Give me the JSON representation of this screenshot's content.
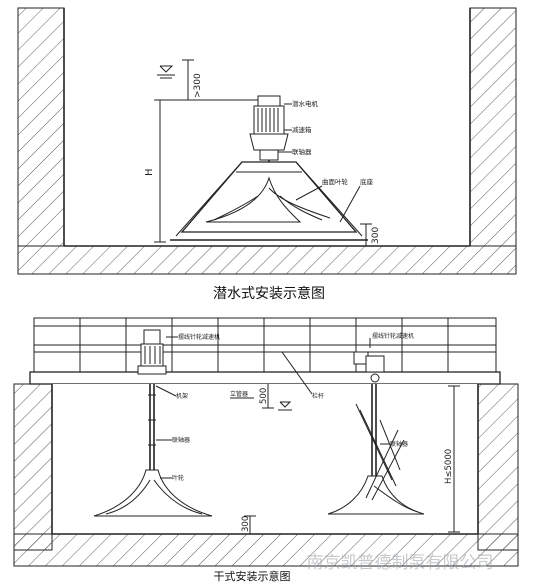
{
  "diagram_top": {
    "caption": "潜水式安装示意图",
    "labels": {
      "motor": "潜水电机",
      "reducer": "减速箱",
      "coupling": "联轴器",
      "impeller_blade": "曲面叶轮",
      "base": "底座"
    },
    "dims": {
      "depth_top": ">300",
      "height": "H",
      "bottom_clearance": "300"
    }
  },
  "diagram_bottom": {
    "caption": "干式安装示意图",
    "labels": {
      "top_motor": "摆线针轮减速机",
      "right_motor": "摆线针轮减速机",
      "frame": "机架",
      "stand": "立管器",
      "rail": "栏杆",
      "coupling_left": "联轴器",
      "coupling_right": "联轴器",
      "impeller": "叶轮"
    },
    "dims": {
      "water_depth": "500",
      "total_height": "H≤5000",
      "bottom_clearance": "300"
    }
  },
  "watermark": "南京凯普德制泵有限公司"
}
